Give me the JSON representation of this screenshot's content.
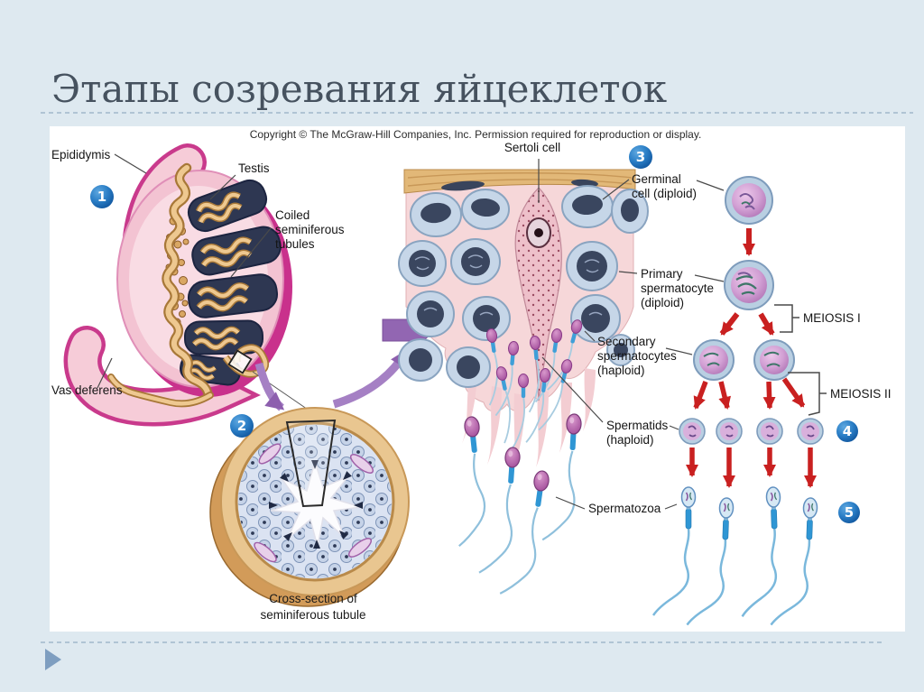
{
  "slide": {
    "title": "Этапы созревания яйцеклеток",
    "figure_copyright": "Copyright © The McGraw-Hill Companies, Inc. Permission required for reproduction or display."
  },
  "anatomy_labels": {
    "epididymis": "Epididymis",
    "testis": "Testis",
    "coiled": [
      "Coiled",
      "seminiferous",
      "tubules"
    ],
    "vas_deferens": "Vas deferens",
    "cross_section": [
      "Cross-section of",
      "seminiferous tubule"
    ],
    "sertoli_cell": "Sertoli cell"
  },
  "stage_labels": {
    "germinal": [
      "Germinal",
      "cell (diploid)"
    ],
    "primary": [
      "Primary",
      "spermatocyte",
      "(diploid)"
    ],
    "meiosis_i": "MEIOSIS I",
    "secondary": [
      "Secondary",
      "spermatocytes",
      "(haploid)"
    ],
    "meiosis_ii": "MEIOSIS II",
    "spermatids": [
      "Spermatids",
      "(haploid)"
    ],
    "spermatozoa": "Spermatozoa"
  },
  "step_numbers": [
    "1",
    "2",
    "3",
    "4",
    "5"
  ],
  "colors": {
    "background": "#dee9f0",
    "title_text": "#46525f",
    "panel": "#ffffff",
    "step_badge_blue": "#1a6fb5",
    "arrow_red": "#c92020",
    "arrow_purple": "#9266b2",
    "testis_rim_magenta": "#c9318c",
    "tubule_tan": "#e9c690",
    "cell_blue_gray": "#c6d6e8",
    "cell_purple": "#c98fc8"
  }
}
